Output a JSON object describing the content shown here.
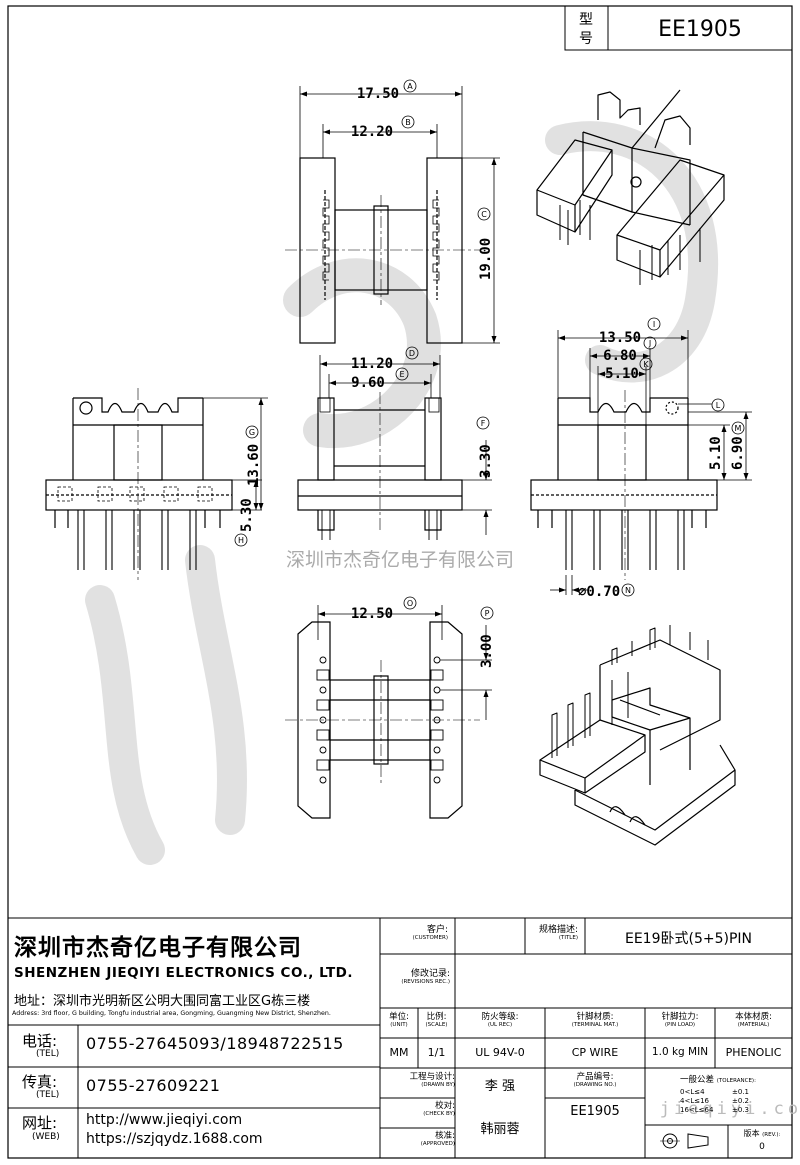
{
  "header": {
    "label_top": "型",
    "label_bottom": "号",
    "model": "EE1905"
  },
  "dimensions": {
    "a": "17.50",
    "a_tag": "A",
    "b": "12.20",
    "b_tag": "B",
    "c": "19.00",
    "c_tag": "C",
    "d": "11.20",
    "d_tag": "D",
    "e": "9.60",
    "e_tag": "E",
    "f": "3.30",
    "f_tag": "F",
    "g": "13.60",
    "g_tag": "G",
    "h": "5.30",
    "h_tag": "H",
    "i": "13.50",
    "i_tag": "I",
    "j": "6.80",
    "j_tag": "J",
    "k": "5.10",
    "k_tag": "K",
    "l_tag": "L",
    "m": "6.90",
    "m_tag": "M",
    "m2": "5.10",
    "n": "⌀0.70",
    "n_tag": "N",
    "o": "12.50",
    "o_tag": "O",
    "p": "3.00",
    "p_tag": "P"
  },
  "watermark": {
    "text": "深圳市杰奇亿电子有限公司",
    "bottom": "jieqiyi.com"
  },
  "titleblock": {
    "company_cn": "深圳市杰奇亿电子有限公司",
    "company_en": "SHENZHEN JIEQIYI ELECTRONICS CO., LTD.",
    "address_cn": "地址：深圳市光明新区公明大围同富工业区G栋三楼",
    "address_en": "Address: 3rd floor, G building, Tongfu industrial area, Gongming, Guangming New District, Shenzhen.",
    "tel_label": "电话:",
    "tel_en": "(TEL)",
    "tel": "0755-27645093/18948722515",
    "fax_label": "传真:",
    "fax_en": "(TEL)",
    "fax": "0755-27609221",
    "web_label": "网址:",
    "web_en": "(WEB)",
    "web1": "http://www.jieqiyi.com",
    "web2": "https://szjqydz.1688.com",
    "customer_label": "客户:",
    "customer_en": "(CUSTOMER)",
    "title_label": "规格描述:",
    "title_en": "(TITLE)",
    "title": "EE19卧式(5+5)PIN",
    "rev_label": "修改记录:",
    "rev_en": "(REVISIONS REC.)",
    "unit_label": "单位:",
    "unit_en": "(UNIT)",
    "unit": "MM",
    "scale_label": "比例:",
    "scale_en": "(SCALE)",
    "scale": "1/1",
    "ulrec_label": "防火等级:",
    "ulrec_en": "(UL REC)",
    "ulrec": "UL 94V-0",
    "terminal_label": "针脚材质:",
    "terminal_en": "(TERMINAL MAT.)",
    "terminal": "CP WIRE",
    "pinload_label": "针脚拉力:",
    "pinload_en": "(PIN LOAD)",
    "pinload": "1.0 kg MIN",
    "material_label": "本体材质:",
    "material_en": "(MATERIAL)",
    "material": "PHENOLIC",
    "drawnby_label": "工程与设计:",
    "drawnby_en": "(DRAWN BY)",
    "drawnby": "李 强",
    "drawingno_label": "产品编号:",
    "drawingno_en": "(DRAWING NO.)",
    "drawingno": "EE1905",
    "checkby_label": "校对:",
    "checkby_en": "(CHECK BY)",
    "approved_label": "核准:",
    "approved_en": "(APPROVED)",
    "approved": "韩丽蓉",
    "tolerance_label": "一般公差",
    "tolerance_en": "(TOLERANCE):",
    "tol_rows": [
      "0<L≤4",
      "4<L≤16",
      "16<L≤64"
    ],
    "tol_vals": [
      "±0.1",
      "±0.2",
      "±0.3"
    ],
    "revno_label": "版本",
    "revno_en": "(REV.):",
    "revno": "0"
  }
}
